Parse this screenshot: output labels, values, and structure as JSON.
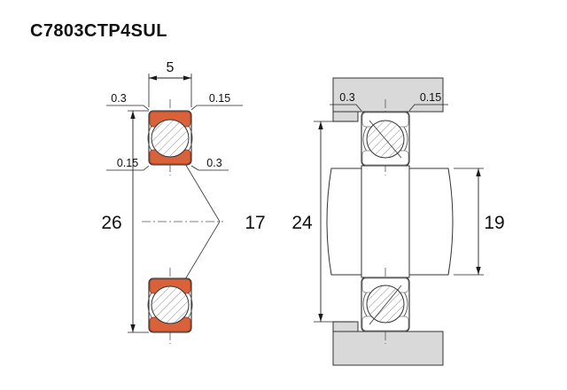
{
  "title": "C7803CTP4SUL",
  "left_view": {
    "dim_width": "5",
    "dim_outer_diameter": "26",
    "dim_bore": "17",
    "chamfer_outer_left": "0.3",
    "chamfer_outer_right": "0.15",
    "chamfer_inner_left": "0.15",
    "chamfer_inner_right": "0.3"
  },
  "right_view": {
    "chamfer_left": "0.3",
    "chamfer_right": "0.15",
    "dim_housing_abutment": "24",
    "dim_shaft_abutment": "19"
  },
  "colors": {
    "cage": "#d9623b",
    "housing": "#d9d9d9"
  }
}
